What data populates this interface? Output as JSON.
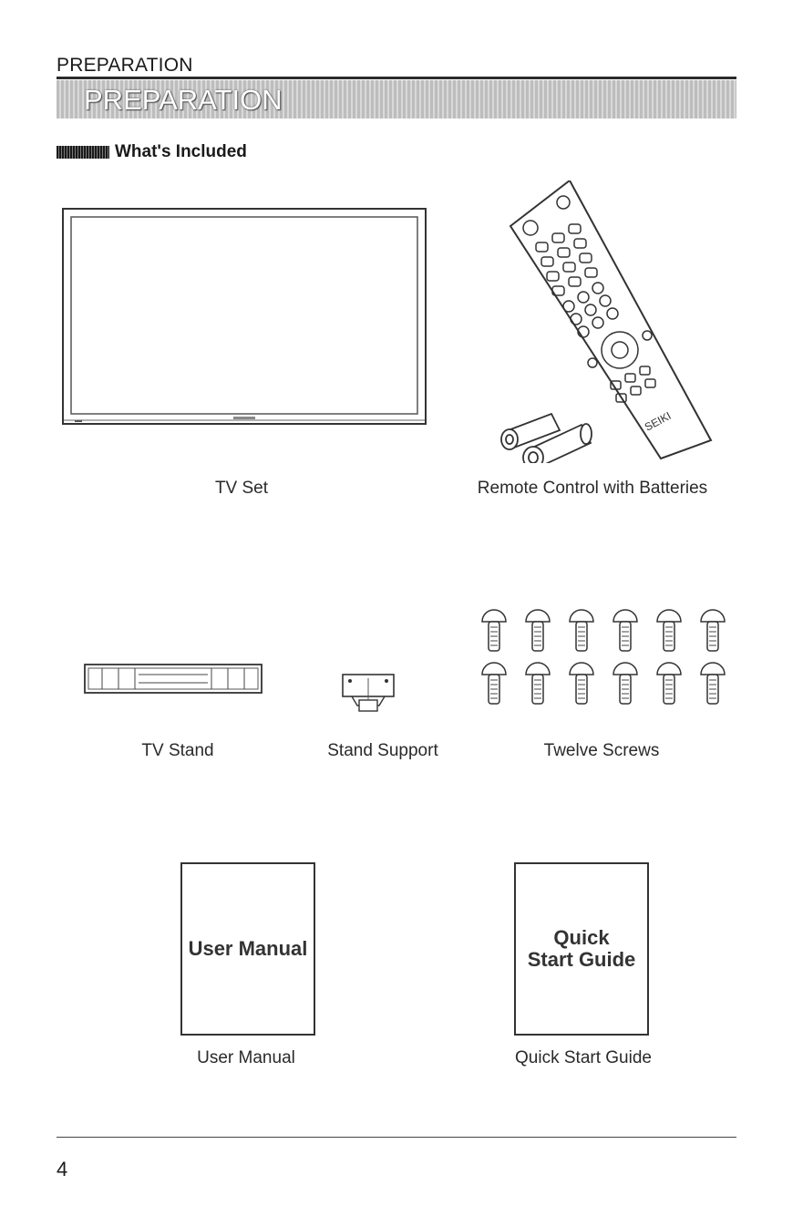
{
  "header": {
    "running_title": "PREPARATION",
    "banner_title": "PREPARATION"
  },
  "section": {
    "title": "What's Included"
  },
  "items": {
    "tv_set": "TV Set",
    "remote": "Remote Control with Batteries",
    "remote_brand": "SEIKI",
    "tv_stand": "TV Stand",
    "stand_support": "Stand Support",
    "screws": "Twelve Screws",
    "user_manual": "User Manual",
    "quick_start_guide": "Quick Start Guide"
  },
  "books": {
    "user_manual_cover": "User Manual",
    "qsg_cover": "Quick\nStart Guide"
  },
  "footer": {
    "page_number": "4"
  }
}
